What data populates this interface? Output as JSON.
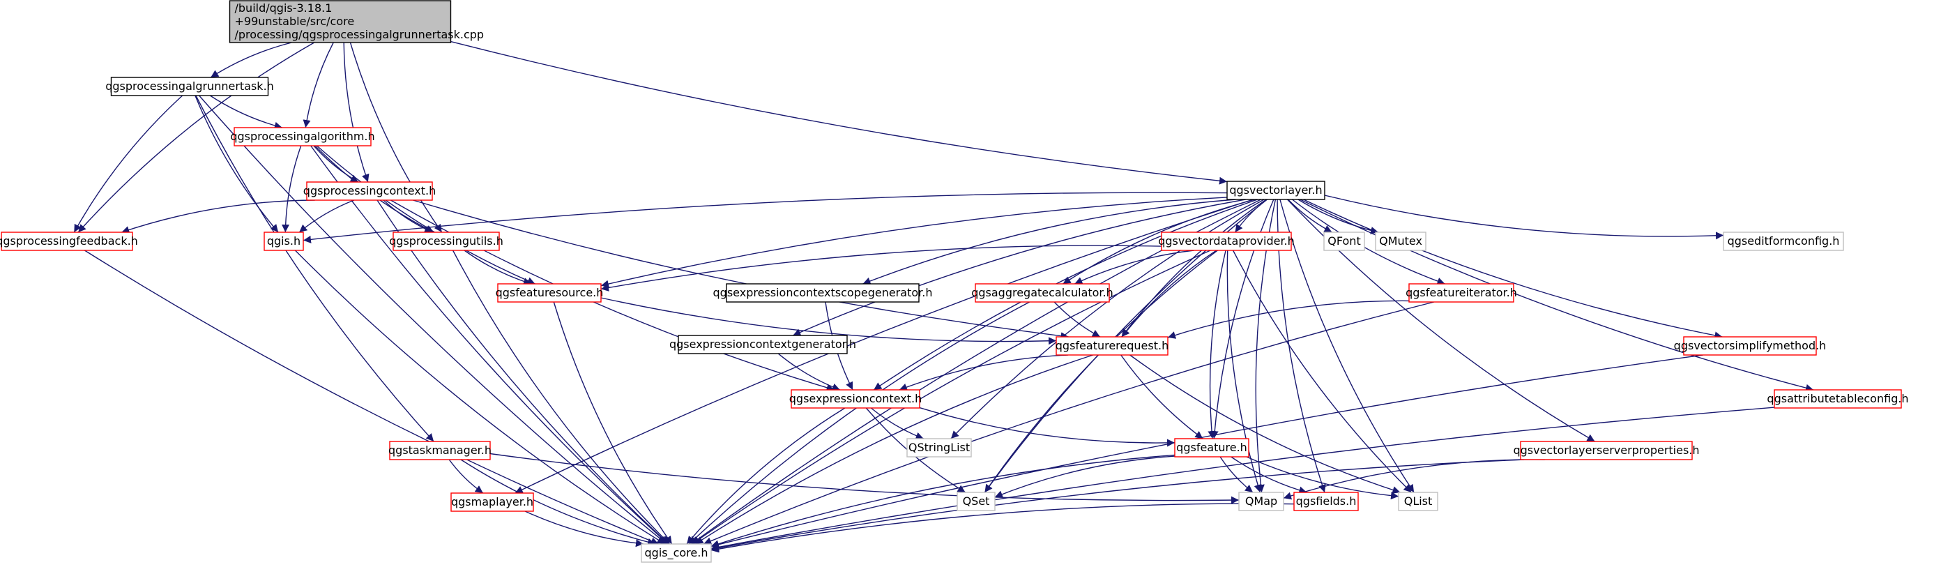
{
  "colors": {
    "edge": "#191970",
    "border_red": "#ff0000",
    "border_black": "#000000",
    "border_gray": "#bfbfbf",
    "root_fill": "#bfbfbf",
    "fill": "#ffffff"
  },
  "graph": {
    "nodes": [
      {
        "id": "root",
        "lines": [
          "/build/qgis-3.18.1",
          "+99unstable/src/core",
          "/processing/qgsprocessingalgrunnertask.cpp"
        ],
        "style": "root"
      },
      {
        "id": "qgsprocessingalgrunnertask",
        "lines": [
          "qgsprocessingalgrunnertask.h"
        ],
        "style": "black"
      },
      {
        "id": "qgsprocessingalgorithm",
        "lines": [
          "qgsprocessingalgorithm.h"
        ],
        "style": "red"
      },
      {
        "id": "qgsprocessingcontext",
        "lines": [
          "qgsprocessingcontext.h"
        ],
        "style": "red"
      },
      {
        "id": "qgsprocessingfeedback",
        "lines": [
          "qgsprocessingfeedback.h"
        ],
        "style": "red"
      },
      {
        "id": "qgis",
        "lines": [
          "qgis.h"
        ],
        "style": "red"
      },
      {
        "id": "qgsprocessingutils",
        "lines": [
          "qgsprocessingutils.h"
        ],
        "style": "red"
      },
      {
        "id": "qgsfeaturesource",
        "lines": [
          "qgsfeaturesource.h"
        ],
        "style": "red"
      },
      {
        "id": "qgsexpressioncontextscopegenerator",
        "lines": [
          "qgsexpressioncontextscopegenerator.h"
        ],
        "style": "black"
      },
      {
        "id": "qgsexpressioncontextgenerator",
        "lines": [
          "qgsexpressioncontextgenerator.h"
        ],
        "style": "black"
      },
      {
        "id": "qgsexpressioncontext",
        "lines": [
          "qgsexpressioncontext.h"
        ],
        "style": "red"
      },
      {
        "id": "qgstaskmanager",
        "lines": [
          "qgstaskmanager.h"
        ],
        "style": "red"
      },
      {
        "id": "qgsmaplayer",
        "lines": [
          "qgsmaplayer.h"
        ],
        "style": "red"
      },
      {
        "id": "qgis_core",
        "lines": [
          "qgis_core.h"
        ],
        "style": "gray"
      },
      {
        "id": "qgsvectorlayer",
        "lines": [
          "qgsvectorlayer.h"
        ],
        "style": "black"
      },
      {
        "id": "qgsvectordataprovider",
        "lines": [
          "qgsvectordataprovider.h"
        ],
        "style": "red"
      },
      {
        "id": "qgsaggregatecalculator",
        "lines": [
          "qgsaggregatecalculator.h"
        ],
        "style": "red"
      },
      {
        "id": "qgsfeaturerequest",
        "lines": [
          "qgsfeaturerequest.h"
        ],
        "style": "red"
      },
      {
        "id": "qgsfeatureiterator",
        "lines": [
          "qgsfeatureiterator.h"
        ],
        "style": "red"
      },
      {
        "id": "qgsfeature",
        "lines": [
          "qgsfeature.h"
        ],
        "style": "red"
      },
      {
        "id": "QStringList",
        "lines": [
          "QStringList"
        ],
        "style": "gray"
      },
      {
        "id": "QSet",
        "lines": [
          "QSet"
        ],
        "style": "gray"
      },
      {
        "id": "QMap",
        "lines": [
          "QMap"
        ],
        "style": "gray"
      },
      {
        "id": "qgsfields",
        "lines": [
          "qgsfields.h"
        ],
        "style": "red"
      },
      {
        "id": "QList",
        "lines": [
          "QList"
        ],
        "style": "gray"
      },
      {
        "id": "QFont",
        "lines": [
          "QFont"
        ],
        "style": "gray"
      },
      {
        "id": "QMutex",
        "lines": [
          "QMutex"
        ],
        "style": "gray"
      },
      {
        "id": "qgseditformconfig",
        "lines": [
          "qgseditformconfig.h"
        ],
        "style": "gray"
      },
      {
        "id": "qgsvectorsimplifymethod",
        "lines": [
          "qgsvectorsimplifymethod.h"
        ],
        "style": "red"
      },
      {
        "id": "qgsattributetableconfig",
        "lines": [
          "qgsattributetableconfig.h"
        ],
        "style": "red"
      },
      {
        "id": "qgsvectorlayerserverproperties",
        "lines": [
          "qgsvectorlayerserverproperties.h"
        ],
        "style": "red"
      }
    ],
    "edges": [
      [
        "root",
        "qgsprocessingalgrunnertask"
      ],
      [
        "root",
        "qgsprocessingfeedback"
      ],
      [
        "root",
        "qgsprocessingalgorithm"
      ],
      [
        "root",
        "qgsprocessingcontext"
      ],
      [
        "root",
        "qgsprocessingutils"
      ],
      [
        "root",
        "qgsvectorlayer"
      ],
      [
        "qgsprocessingalgrunnertask",
        "qgsprocessingalgorithm"
      ],
      [
        "qgsprocessingalgrunnertask",
        "qgsprocessingfeedback"
      ],
      [
        "qgsprocessingalgrunnertask",
        "qgis"
      ],
      [
        "qgsprocessingalgrunnertask",
        "qgstaskmanager"
      ],
      [
        "qgsprocessingalgrunnertask",
        "qgis_core"
      ],
      [
        "qgsprocessingalgorithm",
        "qgsprocessingcontext"
      ],
      [
        "qgsprocessingalgorithm",
        "qgis"
      ],
      [
        "qgsprocessingalgorithm",
        "qgsprocessingutils"
      ],
      [
        "qgsprocessingalgorithm",
        "qgsfeaturesource"
      ],
      [
        "qgsprocessingalgorithm",
        "qgis_core"
      ],
      [
        "qgsprocessingcontext",
        "qgsprocessingfeedback"
      ],
      [
        "qgsprocessingcontext",
        "qgis"
      ],
      [
        "qgsprocessingcontext",
        "qgsprocessingutils"
      ],
      [
        "qgsprocessingcontext",
        "qgsexpressioncontext"
      ],
      [
        "qgsprocessingcontext",
        "qgsfeaturerequest"
      ],
      [
        "qgsprocessingcontext",
        "qgis_core"
      ],
      [
        "qgsprocessingfeedback",
        "qgis_core"
      ],
      [
        "qgis",
        "qgis_core"
      ],
      [
        "qgsprocessingutils",
        "qgsfeaturesource"
      ],
      [
        "qgsprocessingutils",
        "qgis_core"
      ],
      [
        "qgsfeaturesource",
        "qgsfeaturerequest"
      ],
      [
        "qgsfeaturesource",
        "qgis_core"
      ],
      [
        "qgsexpressioncontextscopegenerator",
        "qgsexpressioncontext"
      ],
      [
        "qgsexpressioncontextgenerator",
        "qgsexpressioncontext"
      ],
      [
        "qgsexpressioncontext",
        "QStringList"
      ],
      [
        "qgsexpressioncontext",
        "QSet"
      ],
      [
        "qgsexpressioncontext",
        "qgsfeature"
      ],
      [
        "qgsexpressioncontext",
        "qgis_core"
      ],
      [
        "qgstaskmanager",
        "qgsmaplayer"
      ],
      [
        "qgstaskmanager",
        "QMap"
      ],
      [
        "qgstaskmanager",
        "qgis_core"
      ],
      [
        "qgsmaplayer",
        "qgis_core"
      ],
      [
        "qgsvectorlayer",
        "qgis"
      ],
      [
        "qgsvectorlayer",
        "qgsfeaturesource"
      ],
      [
        "qgsvectorlayer",
        "qgsmaplayer"
      ],
      [
        "qgsvectorlayer",
        "qgsexpressioncontextscopegenerator"
      ],
      [
        "qgsvectorlayer",
        "qgsexpressioncontextgenerator"
      ],
      [
        "qgsvectorlayer",
        "qgsexpressioncontext"
      ],
      [
        "qgsvectorlayer",
        "QSet"
      ],
      [
        "qgsvectorlayer",
        "QStringList"
      ],
      [
        "qgsvectorlayer",
        "qgsvectordataprovider"
      ],
      [
        "qgsvectorlayer",
        "qgsaggregatecalculator"
      ],
      [
        "qgsvectorlayer",
        "qgsfeaturerequest"
      ],
      [
        "qgsvectorlayer",
        "QMap"
      ],
      [
        "qgsvectorlayer",
        "QFont"
      ],
      [
        "qgsvectorlayer",
        "QMutex"
      ],
      [
        "qgsvectorlayer",
        "qgsfeatureiterator"
      ],
      [
        "qgsvectorlayer",
        "qgsfeature"
      ],
      [
        "qgsvectorlayer",
        "qgsfields"
      ],
      [
        "qgsvectorlayer",
        "QList"
      ],
      [
        "qgsvectorlayer",
        "qgsvectorlayerserverproperties"
      ],
      [
        "qgsvectorlayer",
        "qgsvectorsimplifymethod"
      ],
      [
        "qgsvectorlayer",
        "qgsattributetableconfig"
      ],
      [
        "qgsvectorlayer",
        "qgseditformconfig"
      ],
      [
        "qgsvectorlayer",
        "qgis_core"
      ],
      [
        "qgsvectordataprovider",
        "qgsfeaturesource"
      ],
      [
        "qgsvectordataprovider",
        "qgsaggregatecalculator"
      ],
      [
        "qgsvectordataprovider",
        "qgsfeaturerequest"
      ],
      [
        "qgsvectordataprovider",
        "QSet"
      ],
      [
        "qgsvectordataprovider",
        "qgsfeature"
      ],
      [
        "qgsvectordataprovider",
        "QMap"
      ],
      [
        "qgsvectordataprovider",
        "QList"
      ],
      [
        "qgsvectordataprovider",
        "qgis_core"
      ],
      [
        "qgsaggregatecalculator",
        "qgsfeaturerequest"
      ],
      [
        "qgsaggregatecalculator",
        "qgis_core"
      ],
      [
        "qgsfeatureiterator",
        "qgsfeaturerequest"
      ],
      [
        "qgsfeatureiterator",
        "qgis_core"
      ],
      [
        "qgsfeaturerequest",
        "qgsexpressioncontext"
      ],
      [
        "qgsfeaturerequest",
        "qgsfeature"
      ],
      [
        "qgsfeaturerequest",
        "QList"
      ],
      [
        "qgsfeaturerequest",
        "qgis_core"
      ],
      [
        "qgsfeature",
        "QSet"
      ],
      [
        "qgsfeature",
        "QMap"
      ],
      [
        "qgsfeature",
        "qgsfields"
      ],
      [
        "qgsfeature",
        "QList"
      ],
      [
        "qgsfeature",
        "qgis_core"
      ],
      [
        "qgsfields",
        "qgis_core"
      ],
      [
        "qgsvectorsimplifymethod",
        "qgis_core"
      ],
      [
        "qgsattributetableconfig",
        "qgis_core"
      ],
      [
        "qgsvectorlayerserverproperties",
        "QMap"
      ],
      [
        "qgsvectorlayerserverproperties",
        "qgis_core"
      ]
    ]
  }
}
